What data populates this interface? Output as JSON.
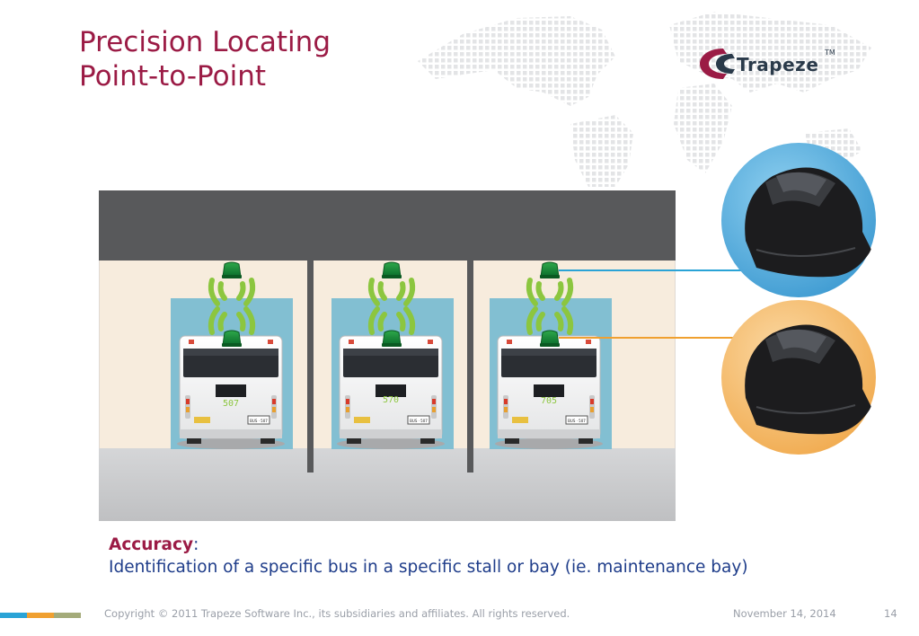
{
  "slide": {
    "title_line1": "Precision Locating",
    "title_line2": "Point-to-Point"
  },
  "logo": {
    "name": "Trapeze",
    "trademark": "TM"
  },
  "illustration": {
    "bus_numbers": [
      "507",
      "570",
      "705"
    ],
    "plate_text": "BUS · 507",
    "sensor_icons": [
      "sensor-blue-icon",
      "sensor-orange-icon"
    ]
  },
  "caption": {
    "label": "Accuracy",
    "colon": ":",
    "text": "Identification of a specific bus in a specific stall or bay (ie. maintenance bay)"
  },
  "footer": {
    "copyright": "Copyright © 2011 Trapeze Software Inc., its subsidiaries and affiliates. All rights reserved.",
    "date": "November 14, 2014",
    "page_number": "14"
  },
  "colors": {
    "title": "#9b1b45",
    "caption_text": "#1f3d8a",
    "accent_blue": "#2aa3d6",
    "accent_orange": "#f0a030",
    "accent_olive": "#a4ab7a",
    "signal_green": "#8cc63f"
  }
}
